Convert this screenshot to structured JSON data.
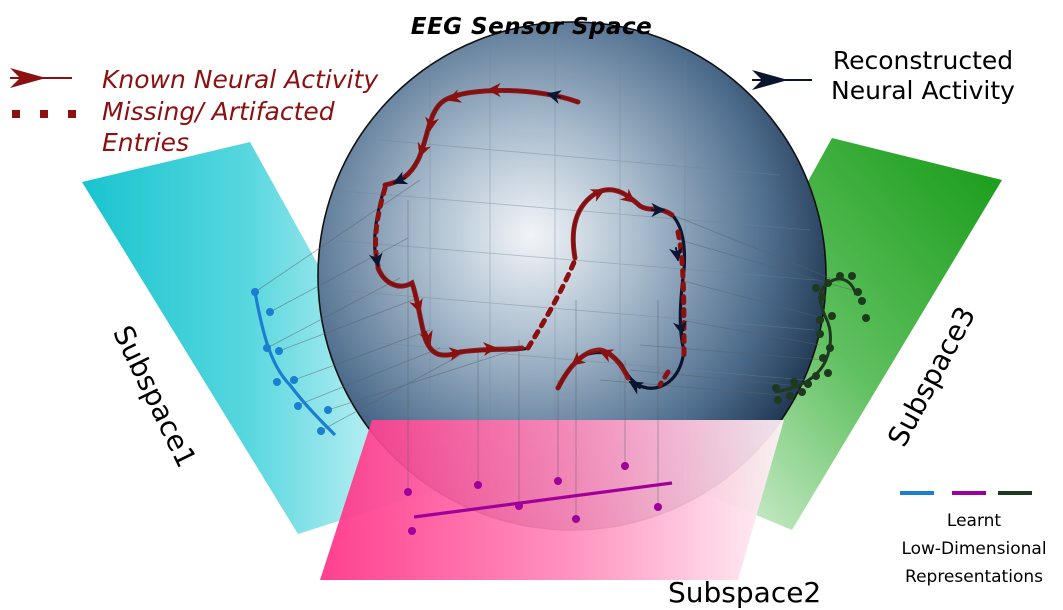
{
  "title": "EEG Sensor Space",
  "legend": {
    "known_activity": "Known Neural Activity",
    "missing_line1": "Missing/ Artifacted",
    "missing_line2": "Entries",
    "reconstructed_line1": "Reconstructed",
    "reconstructed_line2": "Neural Activity",
    "learnt_line1": "Learnt",
    "learnt_line2": "Low-Dimensional",
    "learnt_line3": "Representations"
  },
  "subspaces": {
    "subspace1": "Subspace1",
    "subspace2": "Subspace2",
    "subspace3": "Subspace3"
  },
  "colors": {
    "known": "#8b1010",
    "reconstructed": "#0a1530",
    "subspace1": "#1ec8d2",
    "subspace2": "#ff3a8c",
    "subspace3": "#1e9a1e",
    "rep1": "#1a7fd0",
    "rep2": "#a0009a",
    "rep3": "#1e3a1e"
  }
}
